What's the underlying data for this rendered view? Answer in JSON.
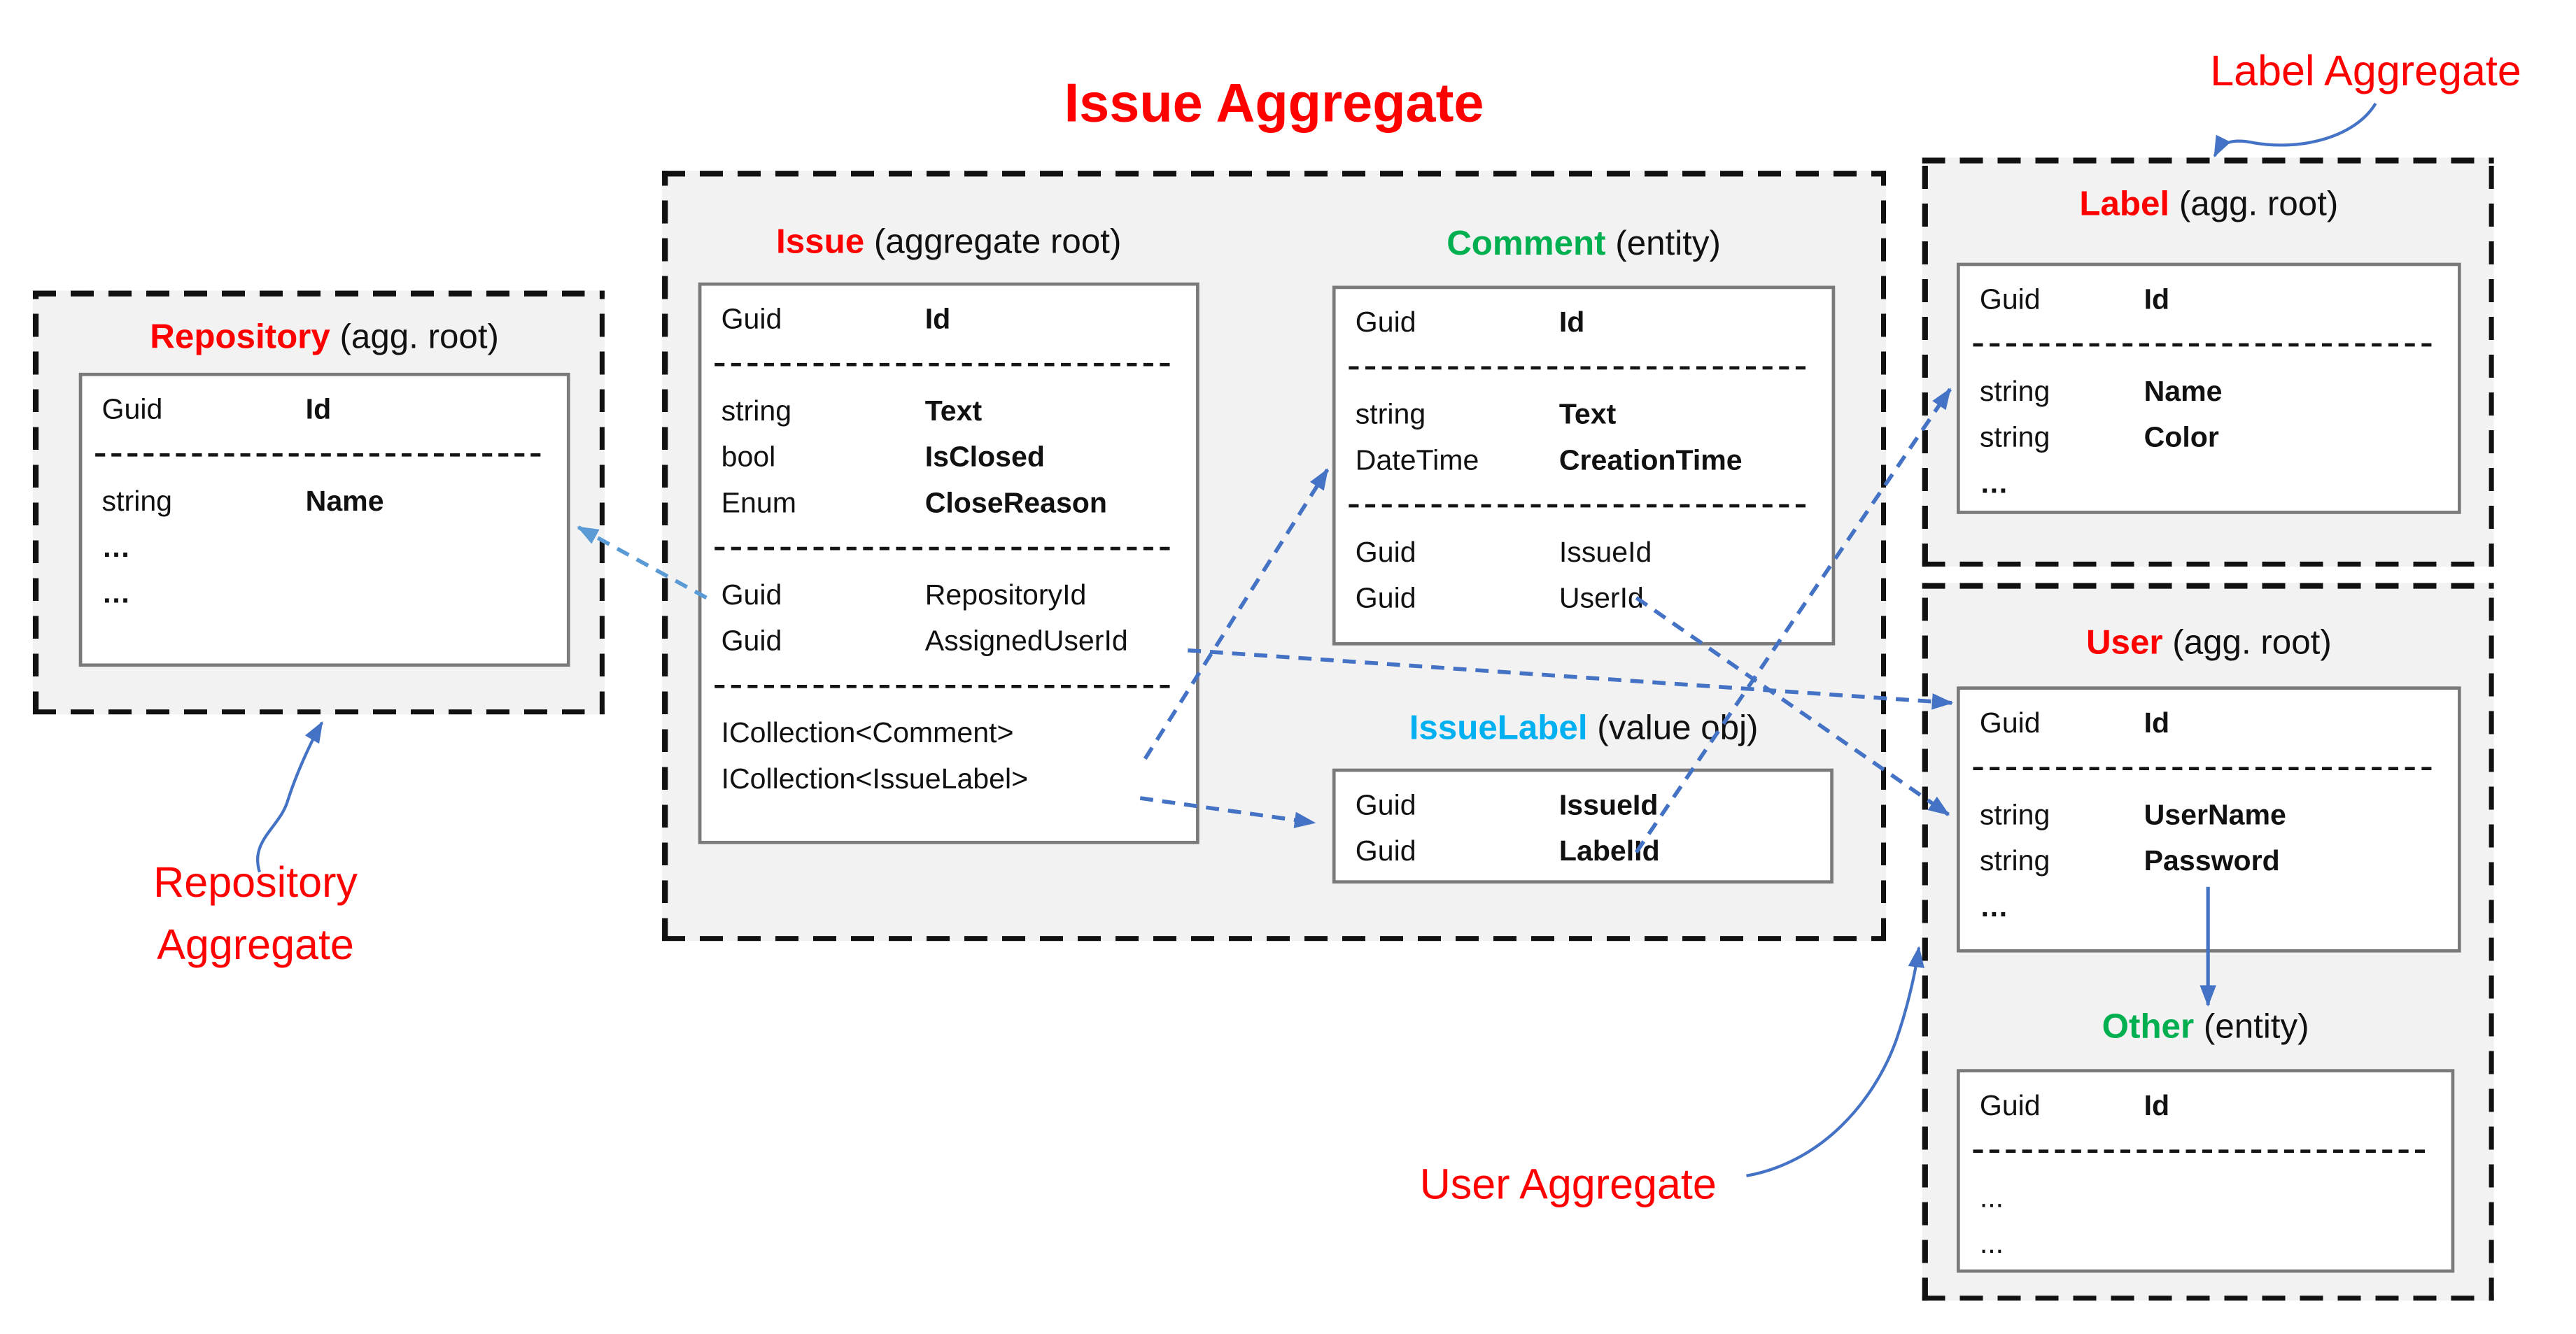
{
  "labels": {
    "issue_aggregate_title": "Issue Aggregate",
    "label_aggregate": "Label Aggregate",
    "repository_aggregate_line1": "Repository",
    "repository_aggregate_line2": "Aggregate",
    "user_aggregate": "User Aggregate"
  },
  "colors": {
    "annotation_red": "#FF0000",
    "entity_green": "#00B050",
    "value_obj_cyan": "#00B0F0",
    "arrow_blue": "#4472C4",
    "arrow_light_blue": "#5B9BD5",
    "aggregate_background": "#F2F2F2",
    "box_border_gray": "#7A7A7A"
  },
  "entities": {
    "issue": {
      "title": "Issue",
      "subtitle": "(aggregate root)",
      "rows": [
        {
          "t": "Guid",
          "n": "Id",
          "bold": true
        },
        {
          "sep": true
        },
        {
          "t": "string",
          "n": "Text",
          "bold": true
        },
        {
          "t": "bool",
          "n": "IsClosed",
          "bold": true
        },
        {
          "t": "Enum",
          "n": "CloseReason",
          "bold": true
        },
        {
          "sep": true
        },
        {
          "t": "Guid",
          "n": "RepositoryId"
        },
        {
          "t": "Guid",
          "n": "AssignedUserId"
        },
        {
          "sep": true
        },
        {
          "t": "ICollection<Comment>",
          "n": "",
          "wide": true
        },
        {
          "t": "ICollection<IssueLabel>",
          "n": "",
          "wide": true
        }
      ]
    },
    "comment": {
      "title": "Comment",
      "subtitle": "(entity)",
      "rows": [
        {
          "t": "Guid",
          "n": "Id",
          "bold": true
        },
        {
          "sep": true
        },
        {
          "t": "string",
          "n": "Text",
          "bold": true
        },
        {
          "t": "DateTime",
          "n": "CreationTime",
          "bold": true
        },
        {
          "sep": true
        },
        {
          "t": "Guid",
          "n": "IssueId"
        },
        {
          "t": "Guid",
          "n": "UserId"
        }
      ]
    },
    "issuelabel": {
      "title": "IssueLabel",
      "subtitle": "(value obj)",
      "rows": [
        {
          "t": "Guid",
          "n": "IssueId",
          "bold": true
        },
        {
          "t": "Guid",
          "n": "LabelId",
          "bold": true
        }
      ]
    },
    "repository": {
      "title": "Repository",
      "subtitle": "(agg. root)",
      "rows": [
        {
          "t": "Guid",
          "n": "Id",
          "bold": true
        },
        {
          "sep": true
        },
        {
          "t": "string",
          "n": "Name",
          "bold": true
        },
        {
          "t": "…",
          "n": "",
          "tb": true
        },
        {
          "t": "…",
          "n": "",
          "tb": true
        }
      ]
    },
    "label": {
      "title": "Label",
      "subtitle": "(agg. root)",
      "rows": [
        {
          "t": "Guid",
          "n": "Id",
          "bold": true
        },
        {
          "sep": true
        },
        {
          "t": "string",
          "n": "Name",
          "bold": true
        },
        {
          "t": "string",
          "n": "Color",
          "bold": true
        },
        {
          "t": "…",
          "n": "",
          "tb": true
        }
      ]
    },
    "user": {
      "title": "User",
      "subtitle": "(agg. root)",
      "rows": [
        {
          "t": "Guid",
          "n": "Id",
          "bold": true
        },
        {
          "sep": true
        },
        {
          "t": "string",
          "n": "UserName",
          "bold": true
        },
        {
          "t": "string",
          "n": "Password",
          "bold": true
        },
        {
          "t": "…",
          "n": "",
          "tb": true
        }
      ]
    },
    "other": {
      "title": "Other",
      "subtitle": "(entity)",
      "rows": [
        {
          "t": "Guid",
          "n": "Id",
          "bold": true
        },
        {
          "sep": true
        },
        {
          "t": "...",
          "n": ""
        },
        {
          "t": "...",
          "n": ""
        }
      ]
    }
  }
}
